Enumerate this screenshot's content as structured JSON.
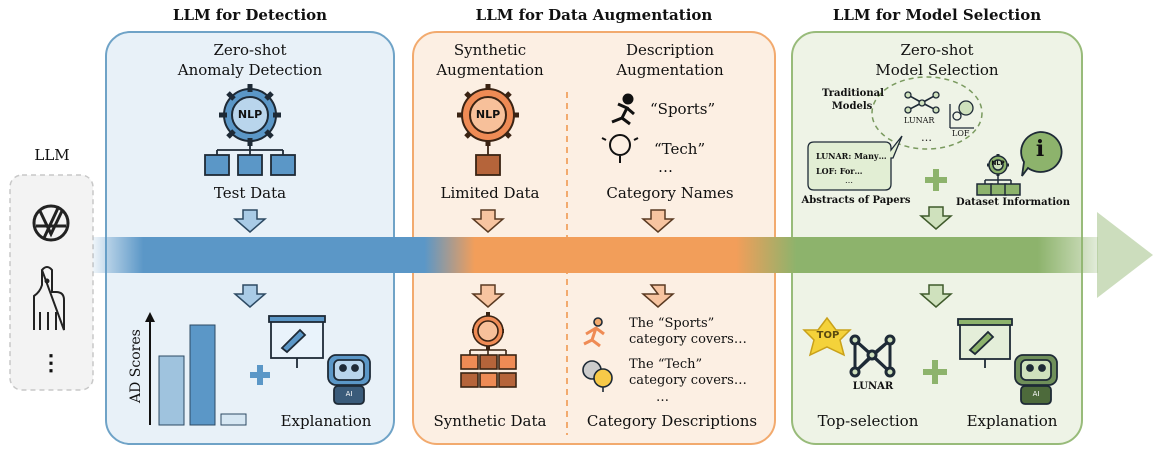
{
  "llm_column": {
    "label": "LLM",
    "more": "⋮"
  },
  "sections": {
    "detection": {
      "title": "LLM for Detection",
      "subtitle_line1": "Zero-shot",
      "subtitle_line2": "Anomaly Detection",
      "gear_label": "NLP",
      "input_label": "Test Data",
      "y_axis_label": "AD Scores",
      "output_label": "Explanation",
      "robot_label": "AI"
    },
    "augmentation": {
      "title": "LLM for Data Augmentation",
      "synthetic": {
        "subtitle_line1": "Synthetic",
        "subtitle_line2": "Augmentation",
        "gear_label": "NLP",
        "input_label": "Limited Data",
        "output_label": "Synthetic Data"
      },
      "description": {
        "subtitle_line1": "Description",
        "subtitle_line2": "Augmentation",
        "category_1": "“Sports”",
        "category_2": "“Tech”",
        "more": "…",
        "input_label": "Category Names",
        "desc_1_line1": "The “Sports”",
        "desc_1_line2": "category covers…",
        "desc_2_line1": "The “Tech”",
        "desc_2_line2": "category covers…",
        "desc_more": "…",
        "output_label": "Category Descriptions"
      }
    },
    "selection": {
      "title": "LLM for Model Selection",
      "subtitle_line1": "Zero-shot",
      "subtitle_line2": "Model Selection",
      "traditional_line1": "Traditional",
      "traditional_line2": "Models",
      "model_lunar": "LUNAR",
      "model_lof": "LOF",
      "model_more": "…",
      "abstract_1": "LUNAR: Many…",
      "abstract_2": "LOF: For…",
      "abstract_more": "…",
      "abstracts_label": "Abstracts of Papers",
      "dataset_label": "Dataset Information",
      "info_icon": "i",
      "top_badge": "TOP",
      "top_model": "LUNAR",
      "top_label": "Top-selection",
      "output_label": "Explanation",
      "robot_label": "AI"
    }
  },
  "colors": {
    "detection_bg": "#e8f1f8",
    "detection_border": "#6fa3c7",
    "augmentation_bg": "#fcefe3",
    "augmentation_border": "#f2aa6e",
    "selection_bg": "#eef3e6",
    "selection_border": "#98bb7a",
    "band_blue": "#5b97c7",
    "band_orange": "#f29e5a",
    "band_green": "#8db36c"
  }
}
